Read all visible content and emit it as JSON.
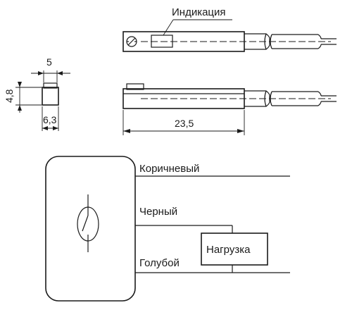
{
  "dimensions": {
    "indication_label": "Индикация",
    "width_top": "5",
    "height_left": "4,8",
    "width_bottom": "6,3",
    "length": "23,5"
  },
  "wiring": {
    "wire_brown": "Коричневый",
    "wire_black": "Черный",
    "wire_blue": "Голубой",
    "load_label": "Нагрузка"
  }
}
